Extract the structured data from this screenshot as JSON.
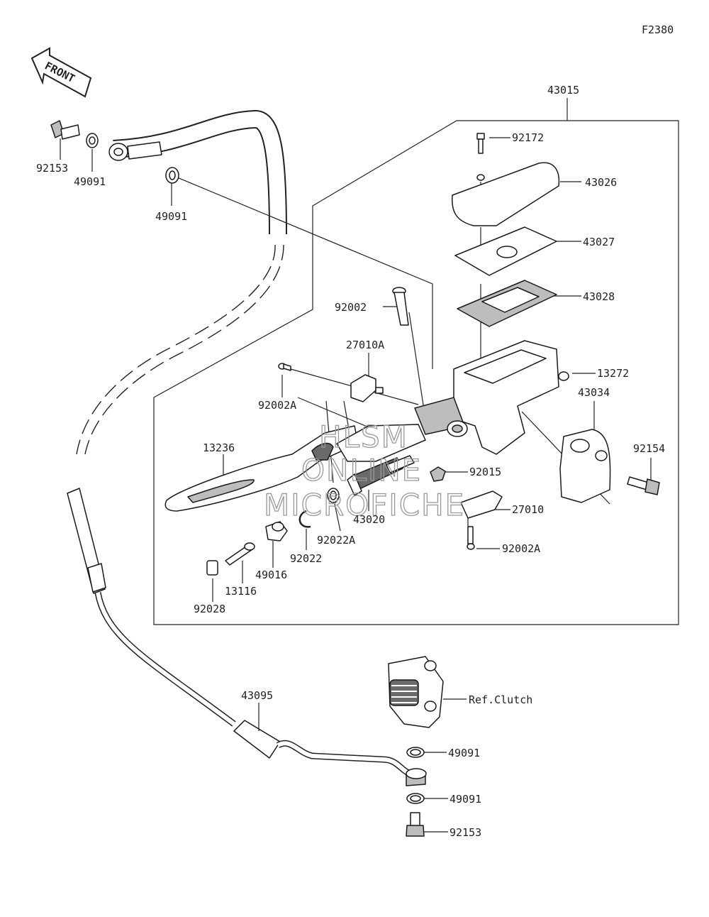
{
  "figure_code": "F2380",
  "front_label": "FRONT",
  "ref_label": "Ref.Clutch",
  "watermark": [
    "HLSM",
    "ONLINE",
    "MICROFICHE"
  ],
  "parts": {
    "p43015": "43015",
    "p92172": "92172",
    "p43026": "43026",
    "p43027": "43027",
    "p43028": "43028",
    "p92002": "92002",
    "p27010A": "27010A",
    "p92002A_top": "92002A",
    "p13272": "13272",
    "p43034": "43034",
    "p13236": "13236",
    "p92154": "92154",
    "p92015": "92015",
    "p27010": "27010",
    "p43020": "43020",
    "p92022A": "92022A",
    "p92022": "92022",
    "p49016": "49016",
    "p92002A_bot": "92002A",
    "p13116": "13116",
    "p92028": "92028",
    "p92153_top": "92153",
    "p49091_a": "49091",
    "p49091_b": "49091",
    "p43095": "43095",
    "p49091_c": "49091",
    "p49091_d": "49091",
    "p92153_bot": "92153"
  }
}
